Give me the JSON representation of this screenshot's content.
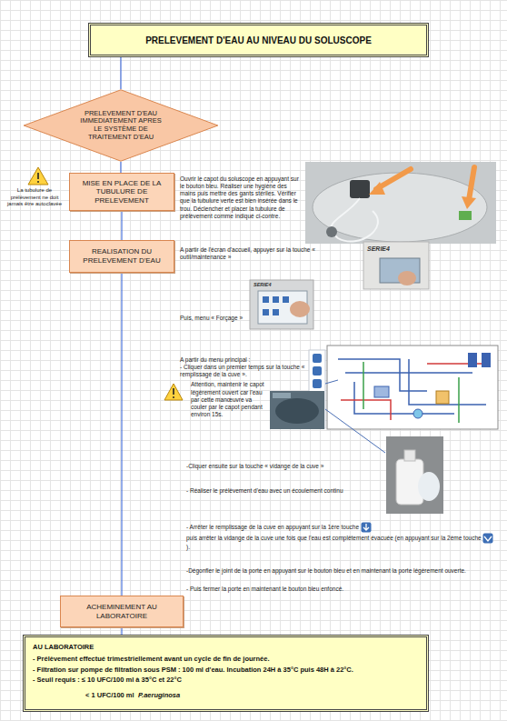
{
  "diagram": {
    "nodes": [
      {
        "text": [
          "PRELEVEMENT D'EAU AU NIVEAU DU SOLUSCOPE"
        ]
      },
      {
        "text": [
          "PRELEVEMENT D'EAU IMMEDIATEMENT APRES LE SYSTÈME DE TRAITEMENT D'EAU"
        ]
      },
      {
        "text": [
          "MISE EN PLACE DE LA TUBULURE DE PRELEVEMENT"
        ]
      },
      {
        "text": [
          "REALISATION DU PRELEVEMENT D'EAU"
        ]
      },
      {
        "text": [
          "ACHEMINEMENT AU LABORATOIRE"
        ]
      },
      {
        "text": [
          "AU LABORATOIRE",
          "- Prélèvement effectué trimestriellement avant un cycle de fin de journée.",
          "- Filtration sur pompe de filtration sous PSM : 100 ml d'eau. Incubation 24H à 35°C puis 48H à 22°C.",
          "- Seuil requis : ≤ 10 UFC/100 ml à 35°C et 22°C",
          "< 1 UFC/100 ml",
          "P.aeruginosa"
        ]
      }
    ],
    "edges": [
      {
        "from": 0,
        "to": 1,
        "arrow": "none"
      },
      {
        "from": 1,
        "to": 2,
        "arrow": "none"
      },
      {
        "from": 2,
        "to": 3,
        "arrow": "none"
      },
      {
        "from": 3,
        "to": 4,
        "arrow": "none"
      },
      {
        "from": 4,
        "to": 5,
        "arrow": "none"
      }
    ],
    "labels": [
      "La tubulure de prélèvement ne doit jamais être autoclavée",
      "Ouvrir le capot du soluscope en appuyant sur le bouton bleu. Réaliser une hygiène des mains puis mettre des gants stériles. Vérifier que la tubulure verte est bien insérée dans le trou. Déclencher et placer la tubulure de prélèvement comme indiqué ci-contre.",
      "A partir de l'écran d'accueil, appuyer sur la touche « outil/maintenance »",
      "SERIE4",
      "SERIE4",
      "Puis, menu « Forçage »",
      "A partir du menu principal :",
      "- Cliquer dans un premier temps sur la touche « remplissage de la cuve ».",
      "Attention, maintenir le capot légèrement ouvert car l'eau par cette manœuvre va couler par le capot pendant environ 15s.",
      "-Cliquer ensuite sur la touche « vidange de la cuve »",
      "- Réaliser le prélèvement d'eau avec un écoulement continu",
      "- Arrêter le remplissage de la cuve en appuyant sur la 1ère touche",
      "puis arrêter la vidange de la cuve une fois que l'eau est complètement évacuée (en appuyant sur la 2ème touche",
      ").",
      "-Dégonfler le joint de la porte en appuyant sur le bouton bleu et en maintenant la porte légèrement ouverte.",
      "- Puis fermer la porte en maintenant le bouton bleu enfoncé."
    ]
  }
}
